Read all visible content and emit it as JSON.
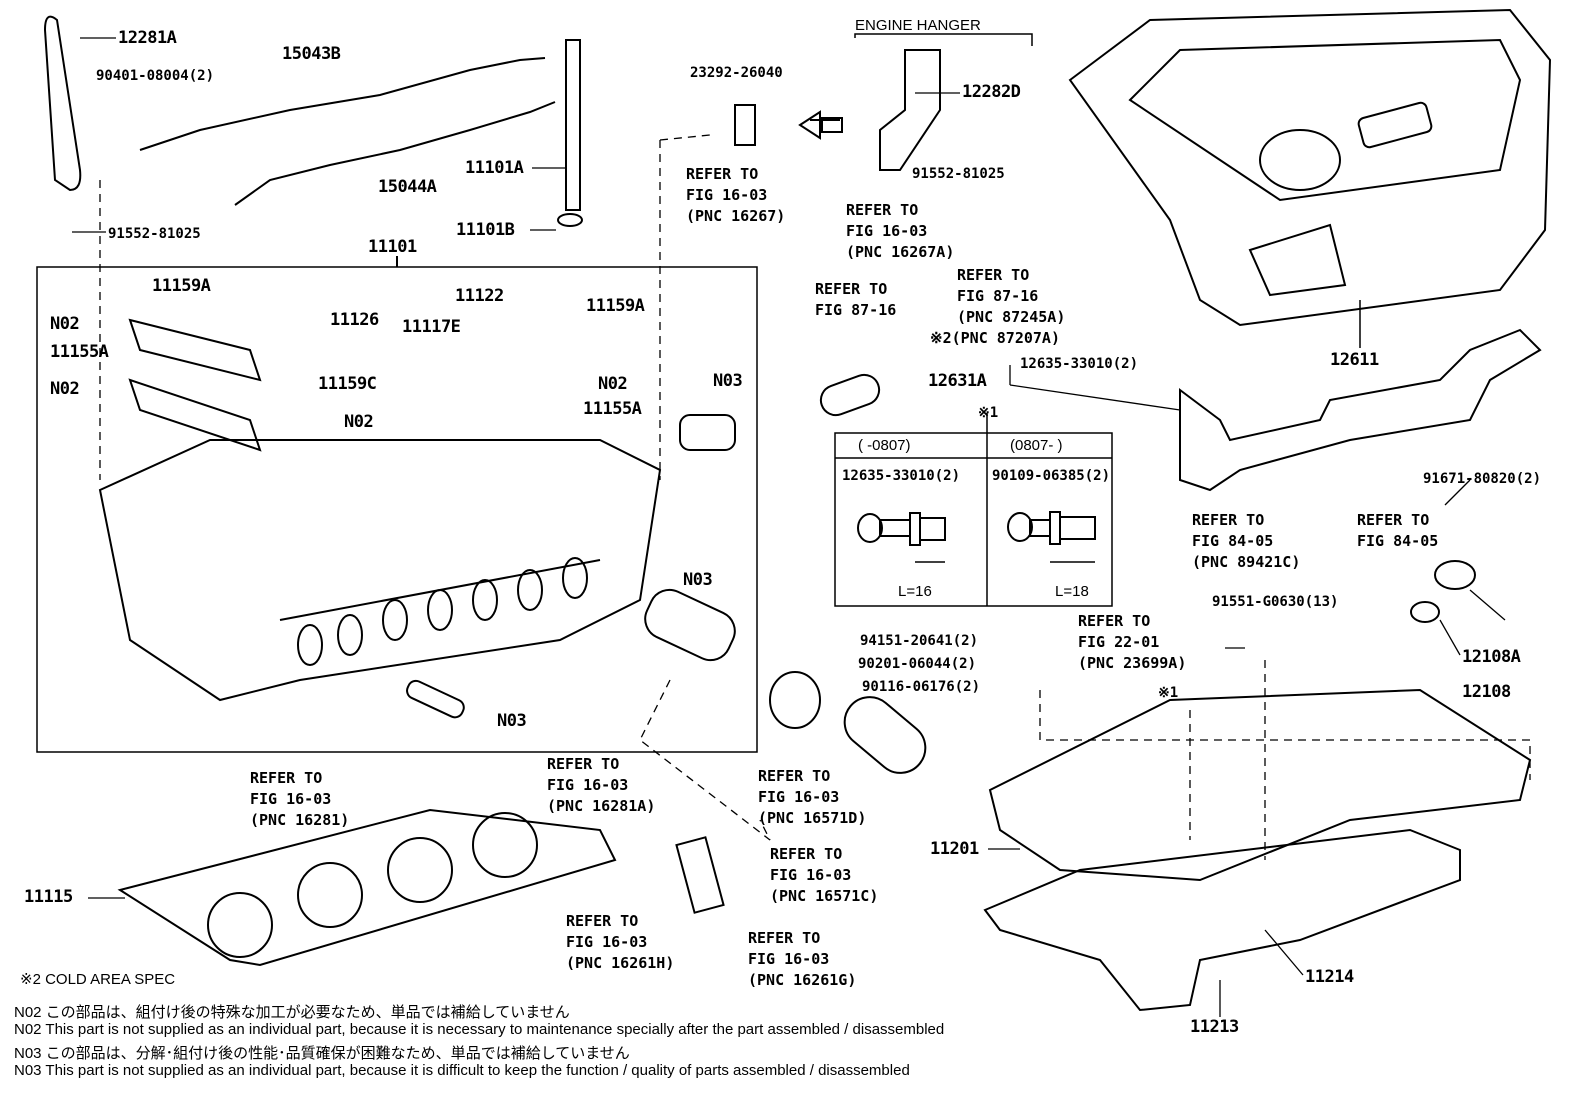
{
  "header": {
    "engine_hanger": "ENGINE HANGER"
  },
  "parts": {
    "p12281A": "12281A",
    "p90401": "90401-08004(2)",
    "p15043B": "15043B",
    "p15044A": "15044A",
    "p11101A": "11101A",
    "p11101B": "11101B",
    "p91552_left": "91552-81025",
    "p11101": "11101",
    "p11159A_1": "11159A",
    "p11122": "11122",
    "p11159A_2": "11159A",
    "n02_1": "N02",
    "p11126": "11126",
    "p11117E": "11117E",
    "p11155A_1": "11155A",
    "p11159C": "11159C",
    "n02_2": "N02",
    "n02_3": "N02",
    "n02_4": "N02",
    "p11155A_2": "11155A",
    "n03_1": "N03",
    "n03_2": "N03",
    "n03_3": "N03",
    "p23292": "23292-26040",
    "p12282D": "12282D",
    "p91552_right": "91552-81025",
    "p12611": "12611",
    "p12635": "12635-33010(2)",
    "p12631A": "12631A",
    "mark1_a": "※1",
    "p91671": "91671-80820(2)",
    "p91551": "91551-G0630(13)",
    "p94151": "94151-20641(2)",
    "p90201": "90201-06044(2)",
    "p90116": "90116-06176(2)",
    "mark1_b": "※1",
    "p12108A": "12108A",
    "p12108": "12108",
    "p11201": "11201",
    "p11115": "11115",
    "p11214": "11214",
    "p11213": "11213"
  },
  "refs": [
    [
      "REFER TO",
      "FIG 16-03",
      "(PNC 16267)"
    ],
    [
      "REFER TO",
      "FIG 16-03",
      "(PNC 16267A)"
    ],
    [
      "REFER TO",
      "FIG 87-16"
    ],
    [
      "REFER TO",
      "FIG 87-16",
      "(PNC 87245A)",
      "※2(PNC 87207A)"
    ],
    [
      "REFER TO",
      "FIG 84-05",
      "(PNC 89421C)"
    ],
    [
      "REFER TO",
      "FIG 84-05"
    ],
    [
      "REFER TO",
      "FIG 22-01",
      "(PNC 23699A)"
    ],
    [
      "REFER TO",
      "FIG 16-03",
      "(PNC 16281A)"
    ],
    [
      "REFER TO",
      "FIG 16-03",
      "(PNC 16281)"
    ],
    [
      "REFER TO",
      "FIG 16-03",
      "(PNC 16571D)"
    ],
    [
      "REFER TO",
      "FIG 16-03",
      "(PNC 16571C)"
    ],
    [
      "REFER TO",
      "FIG 16-03",
      "(PNC 16261H)"
    ],
    [
      "REFER TO",
      "FIG 16-03",
      "(PNC 16261G)"
    ]
  ],
  "variant_table": {
    "col1_header": "(      -0807)",
    "col2_header": "(0807-      )",
    "col1_part": "12635-33010(2)",
    "col2_part": "90109-06385(2)",
    "col1_length": "L=16",
    "col2_length": "L=18"
  },
  "notes": {
    "cold_area": "※2 COLD AREA SPEC",
    "n02_ja": "N02  この部品は、組付け後の特殊な加工が必要なため、単品では補給していません",
    "n02_en": "N02  This part is not supplied as an individual part, because it is necessary to maintenance specially after the part assembled / disassembled",
    "n03_ja": "N03  この部品は、分解･組付け後の性能･品質確保が困難なため、単品では補給していません",
    "n03_en": "N03  This part is not supplied as an individual part, because it is difficult to keep the function / quality of parts  assembled / disassembled"
  }
}
